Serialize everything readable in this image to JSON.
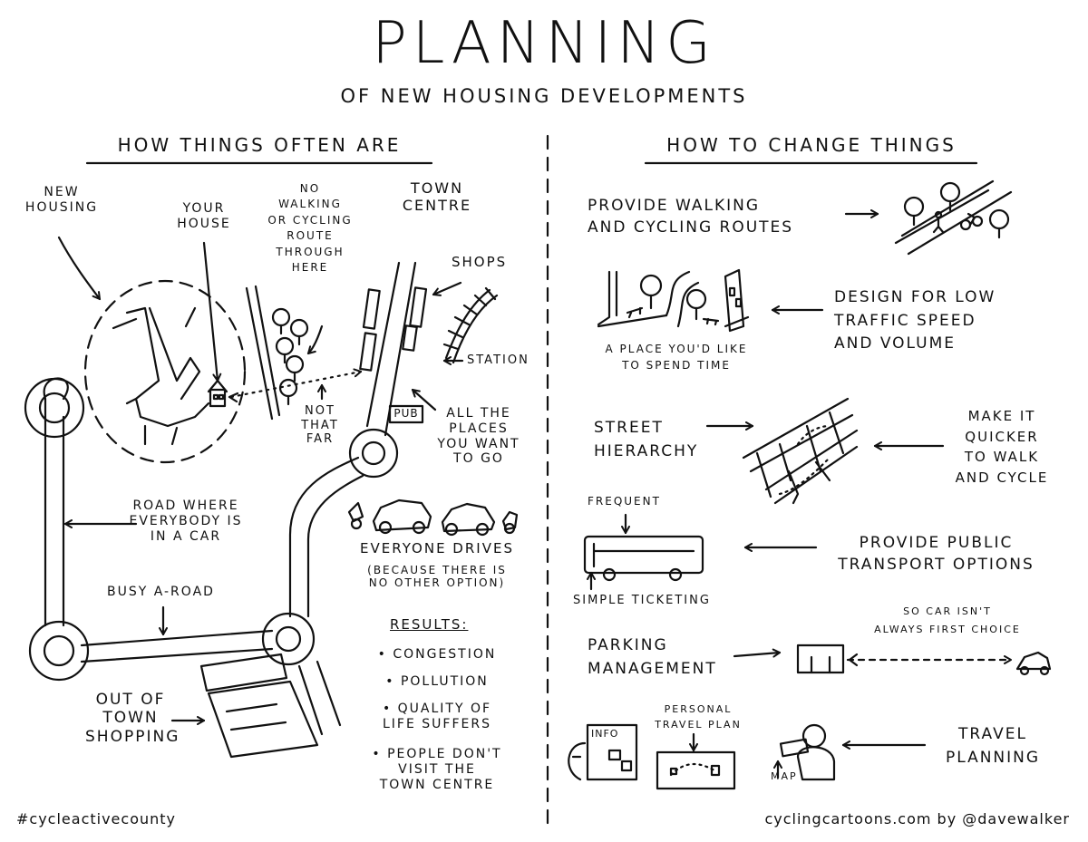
{
  "header": {
    "title": "PLANNING",
    "subtitle": "OF NEW HOUSING DEVELOPMENTS"
  },
  "left": {
    "heading": "HOW THINGS OFTEN ARE",
    "labels": {
      "new_housing": "NEW\nHOUSING",
      "your_house": "YOUR\nHOUSE",
      "no_route": "NO\nWALKING\nOR CYCLING\nROUTE\nTHROUGH\nHERE",
      "town_centre": "TOWN\nCENTRE",
      "shops": "SHOPS",
      "station": "STATION",
      "pub": "PUB",
      "all_places": "ALL THE\nPLACES\nYOU WANT\nTO GO",
      "not_that_far": "NOT\nTHAT\nFAR",
      "road_car": "ROAD WHERE\nEVERYBODY IS\nIN A CAR",
      "busy_road": "BUSY A-ROAD",
      "out_of_town": "OUT OF\nTOWN\nSHOPPING",
      "everyone_drives": "EVERYONE DRIVES",
      "because": "(BECAUSE THERE IS\nNO OTHER OPTION)"
    },
    "results": {
      "heading": "RESULTS:",
      "items": [
        "• CONGESTION",
        "• POLLUTION",
        "• QUALITY OF\nLIFE SUFFERS",
        "• PEOPLE DON'T\nVISIT THE\nTOWN CENTRE"
      ]
    }
  },
  "right": {
    "heading": "HOW TO CHANGE THINGS",
    "walking_routes": "PROVIDE WALKING\nAND CYCLING ROUTES",
    "place_spend": "A PLACE YOU'D LIKE\nTO SPEND TIME",
    "design_low": "DESIGN FOR LOW\nTRAFFIC SPEED\nAND VOLUME",
    "street_hierarchy": "STREET\nHIERARCHY",
    "make_quicker": "MAKE IT\nQUICKER\nTO WALK\nAND CYCLE",
    "frequent": "FREQUENT",
    "simple_ticketing": "SIMPLE TICKETING",
    "public_transport": "PROVIDE PUBLIC\nTRANSPORT OPTIONS",
    "car_not_first": "SO CAR ISN'T\nALWAYS FIRST CHOICE",
    "parking": "PARKING\nMANAGEMENT",
    "info": "INFO",
    "travel_plan": "PERSONAL\nTRAVEL PLAN",
    "map": "MAP",
    "travel_planning": "TRAVEL\nPLANNING"
  },
  "footer": {
    "hashtag": "#cycleactivecounty",
    "credit": "cyclingcartoons.com  by  @davewalker"
  }
}
